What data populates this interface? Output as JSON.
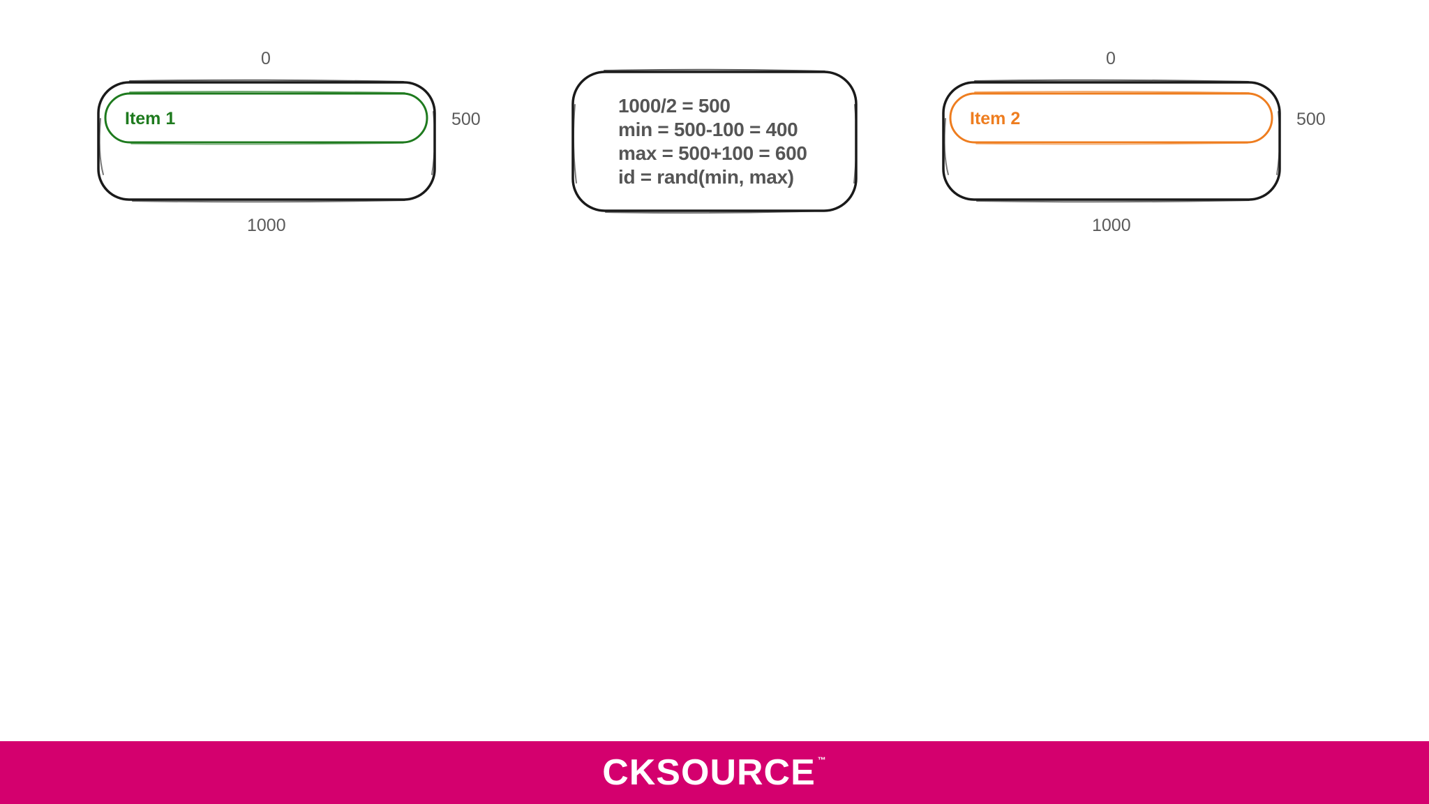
{
  "diagram_left": {
    "top_label": "0",
    "right_label": "500",
    "bottom_label": "1000",
    "item_label": "Item 1",
    "item_color": "#1e7a1e"
  },
  "diagram_right": {
    "top_label": "0",
    "right_label": "500",
    "bottom_label": "1000",
    "item_label": "Item 2",
    "item_color": "#ee7d1f"
  },
  "formula": {
    "lines": [
      "1000/2 = 500",
      "min = 500-100 = 400",
      "max = 500+100 = 600",
      "id = rand(min, max)"
    ]
  },
  "footer": {
    "brand": "CKSOURCE",
    "trademark": "™",
    "background": "#d4006e"
  }
}
